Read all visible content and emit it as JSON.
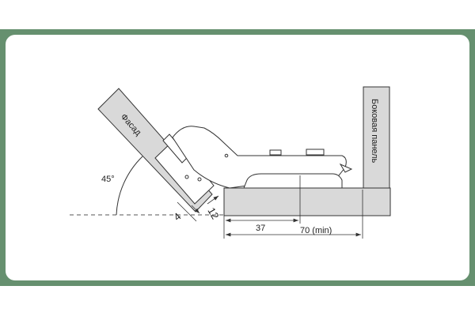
{
  "labels": {
    "facade": "Фасад",
    "side_panel": "Боковая панель",
    "angle": "45°",
    "dim_4": "4",
    "dim_12": "12",
    "dim_37": "37",
    "dim_70": "70  (min)"
  },
  "colors": {
    "frame": "#66906f",
    "panel_fill": "#d9d9d9",
    "line": "#333333"
  }
}
